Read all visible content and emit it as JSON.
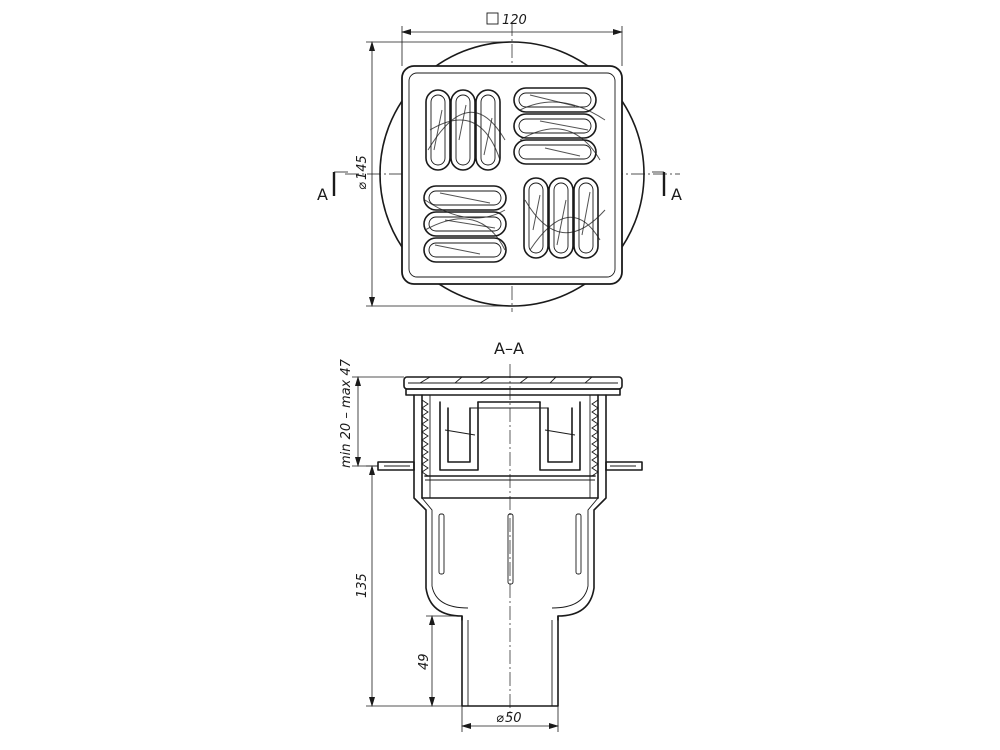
{
  "labels": {
    "top_width": "120",
    "circle_diameter": "145",
    "section_mark_left": "A",
    "section_mark_right": "A",
    "section_title": "A–A",
    "height_range": "min 20 – max 47",
    "total_height": "135",
    "outlet_height": "49",
    "outlet_diameter": "50"
  }
}
